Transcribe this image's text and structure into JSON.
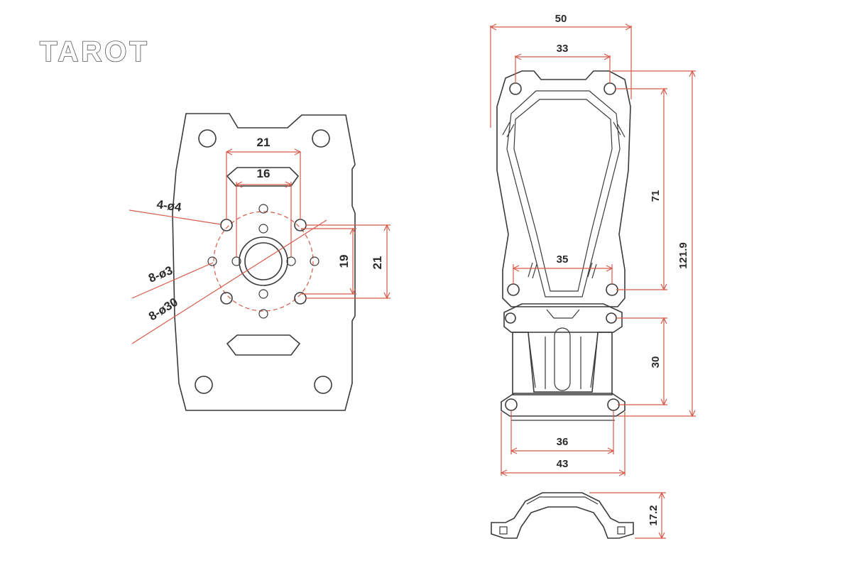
{
  "brand": {
    "logo_text": "TAROT"
  },
  "colors": {
    "dimension_line": "#d65a4a",
    "part_outline": "#3a3a3a",
    "label": "#2a2a2a"
  },
  "plate_view": {
    "dims": {
      "outer_hole_span": "21",
      "inner_hole_span": "16",
      "holes_4": "4-ø4",
      "holes_8_small": "8-ø3",
      "holes_8_circle": "8-ø30",
      "vertical_19": "19",
      "vertical_21": "21"
    }
  },
  "front_view": {
    "dims": {
      "top_width": "50",
      "top_hole_span": "33",
      "upper_height": "71",
      "total_height": "121.9",
      "middle_span": "35",
      "lower_height": "30",
      "bottom_hole_span": "36",
      "bottom_width": "43"
    }
  },
  "side_view": {
    "dims": {
      "height": "17.2"
    }
  }
}
